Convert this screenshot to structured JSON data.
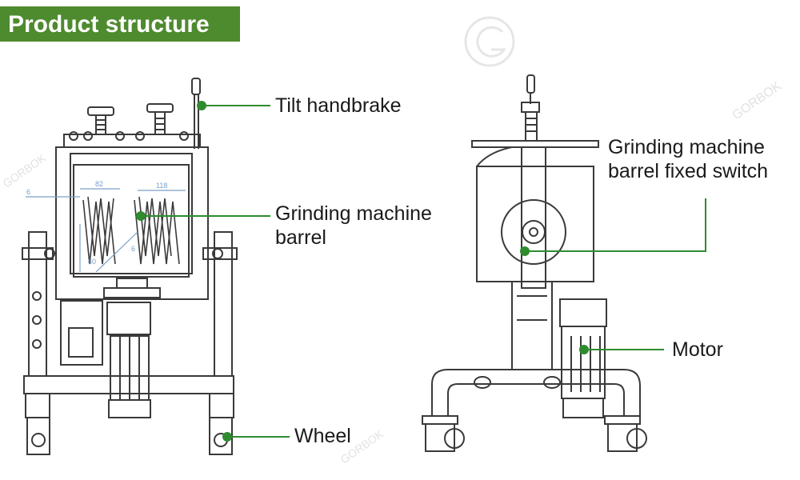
{
  "header": {
    "title": "Product structure"
  },
  "colors": {
    "accent": "#4e8a2e",
    "callout": "#2e8b2e",
    "line_art": "#3a3a3a"
  },
  "callouts": {
    "tilt_handbrake": "Tilt handbrake",
    "grinding_barrel_line1": "Grinding machine",
    "grinding_barrel_line2": "barrel",
    "fixed_switch_line1": "Grinding machine",
    "fixed_switch_line2": "barrel fixed switch",
    "motor": "Motor",
    "wheel": "Wheel"
  },
  "dimensions": {
    "d1": "6",
    "d2": "82",
    "d3": "118",
    "d4": "60",
    "d5": "6"
  },
  "watermark": {
    "brand": "GORBOK"
  }
}
